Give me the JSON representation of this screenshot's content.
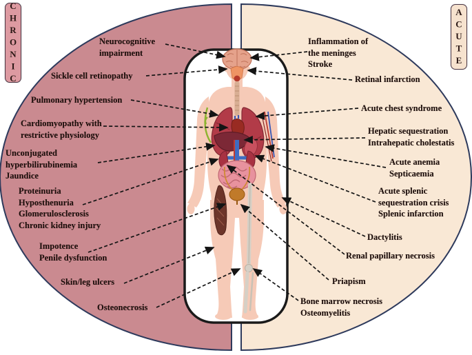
{
  "legend": {
    "chronic": "CHRONIC",
    "acute": "ACUTE"
  },
  "colors": {
    "chronic_half_fill": "#ca8a90",
    "acute_half_fill": "#f9e8d5",
    "ellipse_outline": "#2e3a5c",
    "chronic_badge_fill": "#dd9aa1",
    "acute_badge_fill": "#f6e2ce",
    "panel_border": "#1a1a1a",
    "label_text": "#1d0f0c"
  },
  "figure": {
    "center_icon": "human-anatomy-illustration"
  },
  "labels": {
    "left": [
      {
        "id": "neurocognitive",
        "text": "Neurocognitive\nimpairment"
      },
      {
        "id": "retinopathy",
        "text": "Sickle cell retinopathy"
      },
      {
        "id": "pulmonary_hypertension",
        "text": "Pulmonary hypertension"
      },
      {
        "id": "cardiomyopathy",
        "text": "Cardiomyopathy with\nrestrictive physiology"
      },
      {
        "id": "hyperbilirubinemia",
        "text": "Unconjugated\nhyperbilirubinemia\nJaundice"
      },
      {
        "id": "kidney_group",
        "text": "Proteinuria\nHyposthenuria\nGlomerulosclerosis\nChronic kidney injury"
      },
      {
        "id": "impotence",
        "text": "Impotence\nPenile dysfunction"
      },
      {
        "id": "ulcers",
        "text": "Skin/leg ulcers"
      },
      {
        "id": "osteonecrosis",
        "text": "Osteonecrosis"
      }
    ],
    "right": [
      {
        "id": "meninges_stroke",
        "text": "Inflammation of\nthe meninges\nStroke"
      },
      {
        "id": "retinal_infarction",
        "text": "Retinal infarction"
      },
      {
        "id": "acute_chest_syndrome",
        "text": "Acute chest syndrome"
      },
      {
        "id": "hepatic",
        "text": "Hepatic sequestration\nIntrahepatic cholestatis"
      },
      {
        "id": "anemia_septicaemia",
        "text": "Acute anemia\nSepticaemia"
      },
      {
        "id": "splenic",
        "text": "Acute splenic\nsequestration crisis\nSplenic infarction"
      },
      {
        "id": "dactylitis",
        "text": "Dactylitis"
      },
      {
        "id": "renal_papillary",
        "text": "Renal papillary necrosis"
      },
      {
        "id": "priapism",
        "text": "Priapism"
      },
      {
        "id": "bone_marrow",
        "text": "Bone marrow necrosis\nOsteomyelitis"
      }
    ]
  }
}
